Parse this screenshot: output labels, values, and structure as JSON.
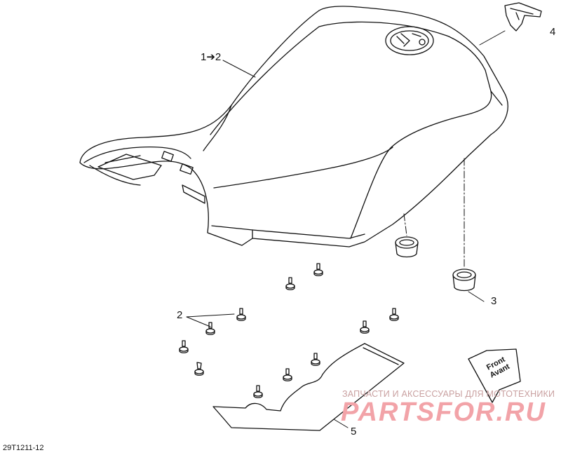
{
  "callouts": {
    "c1": "1➔2",
    "c2": "2",
    "c3": "3",
    "c4": "4",
    "c5": "5"
  },
  "front_arrow": {
    "line1": "Front",
    "line2": "Avant"
  },
  "watermark": {
    "subtitle": "ЗАПЧАСТИ И АКСЕССУАРЫ ДЛЯ МОТОТЕХНИКИ",
    "brand": "PARTSFOR.RU"
  },
  "diagram_code": "29T1211-12",
  "colors": {
    "line": "#111111",
    "watermark_brand": "#f2a3a8",
    "watermark_subtitle": "#c9a0a0"
  }
}
